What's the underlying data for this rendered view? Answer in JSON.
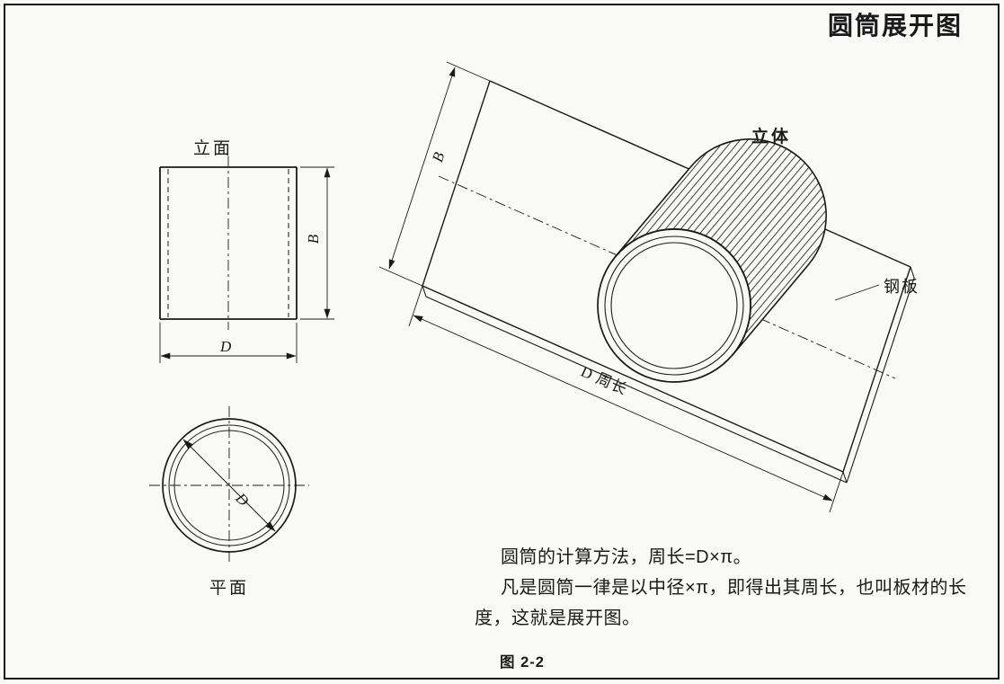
{
  "page": {
    "title": "圆筒展开图",
    "figure_caption": "图 2-2",
    "background": "#f9f9f7",
    "ink": "#1a1a1a"
  },
  "views": {
    "elevation": {
      "label": "立面",
      "dim_height": "B",
      "dim_width": "D"
    },
    "plan": {
      "label": "平面",
      "dim_diameter": "D"
    },
    "pictorial": {
      "label": "立体",
      "plate_label": "钢板",
      "dim_width": "B",
      "dim_length": "D 周长"
    }
  },
  "notes": {
    "line1": "圆筒的计算方法，周长=D×π。",
    "line2": "凡是圆筒一律是以中径×π，即得出其周长，也叫板材的长",
    "line3": "度，这就是展开图。"
  }
}
